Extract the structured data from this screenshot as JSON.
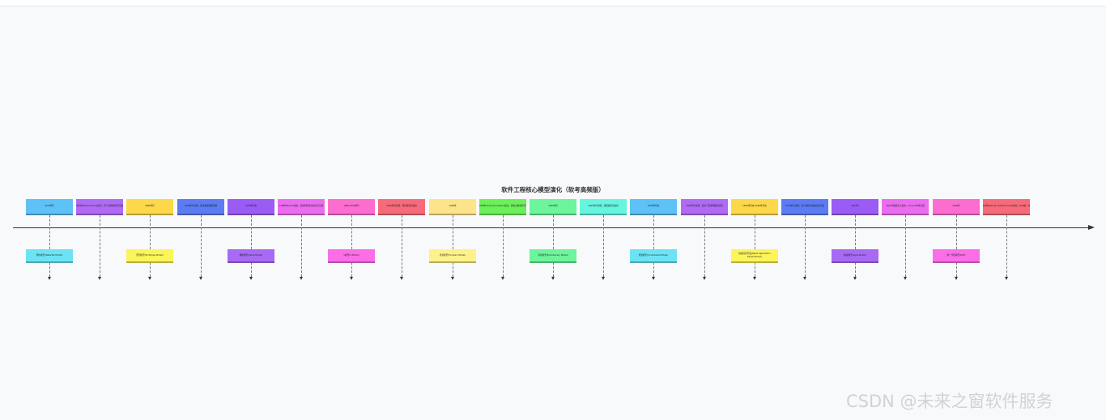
{
  "diagram": {
    "title": "软件工程核心模型演化（软考高频版）",
    "events": [
      {
        "text": "1970年代",
        "color": "#5ec1f7"
      },
      {
        "text": "1970年代Winston Royce提出，首个结构化软件开发模型",
        "color": "#b06af5"
      },
      {
        "text": "1980年代",
        "color": "#fcd84a"
      },
      {
        "text": "1980年代初期，解决需求模糊问题",
        "color": "#5b7cf5"
      },
      {
        "text": "1980年代末",
        "color": "#9a5cf5"
      },
      {
        "text": "1988年Boehm提出，强调风险驱动的迭代过程",
        "color": "#ec6cf0"
      },
      {
        "text": "1980-1990年代",
        "color": "#fb6ed0"
      },
      {
        "text": "1990年代初期，瀑布模型的变种",
        "color": "#f76a7a"
      },
      {
        "text": "1990年",
        "color": "#fde38a"
      },
      {
        "text": "1990年Henderson-Sellers提出，面向对象软件开发",
        "color": "#6cf05a"
      },
      {
        "text": "1990年代",
        "color": "#6cf59a"
      },
      {
        "text": "1990年代中期，增量模型的演化",
        "color": "#66f5df"
      },
      {
        "text": "1990年代末",
        "color": "#5ec1f7"
      },
      {
        "text": "1990年代末期，适用于需求明确的项目",
        "color": "#b06af5"
      },
      {
        "text": "1990年代末-2000年代初",
        "color": "#fcd84a"
      },
      {
        "text": "1990年代末期，基于构件的快速应用开发",
        "color": "#5b7cf5"
      },
      {
        "text": "2001年",
        "color": "#9a5cf5"
      },
      {
        "text": "2001年敏捷宣言发布，Scrum/XP等实践",
        "color": "#ec6cf0"
      },
      {
        "text": "2000年",
        "color": "#fb6ed0"
      },
      {
        "text": "2000年Rational Unified Process提出，RUP统一过程",
        "color": "#f76a7a"
      }
    ],
    "models": [
      {
        "text": "瀑布模型(Waterfall Model)",
        "color": "#6ce3f5",
        "col": 0
      },
      {
        "text": "原型模型(Prototype Model)",
        "color": "#fcf55a",
        "col": 2
      },
      {
        "text": "螺旋模型(Spiral Model)",
        "color": "#a86af5",
        "col": 4
      },
      {
        "text": "V模型(V-Model)",
        "color": "#fb6ee8",
        "col": 6
      },
      {
        "text": "喷泉模型(Fountain Model)",
        "color": "#fdf28a",
        "col": 8
      },
      {
        "text": "演化模型(Evolutionary Model)",
        "color": "#6cf59a",
        "col": 10
      },
      {
        "text": "增量模型(Incremental Model)",
        "color": "#6ce3f5",
        "col": 12
      },
      {
        "text": "快速应用开发(Rapid Application Development)",
        "color": "#fcf55a",
        "col": 14
      },
      {
        "text": "敏捷模型(Agile Model)",
        "color": "#a86af5",
        "col": 16
      },
      {
        "text": "统一过程模型(RUP)",
        "color": "#fb6ee8",
        "col": 18
      }
    ]
  },
  "watermark": "CSDN @未来之窗软件服务"
}
